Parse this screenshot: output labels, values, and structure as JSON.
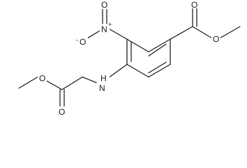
{
  "structure": {
    "atoms": [
      {
        "id": "N_nitro",
        "label": "N",
        "charge": "+"
      },
      {
        "id": "O_nitro_top",
        "label": "O",
        "charge": ""
      },
      {
        "id": "O_nitro_minus",
        "label": "O",
        "charge": "-"
      },
      {
        "id": "O_ester_right_carbonyl",
        "label": "O",
        "charge": ""
      },
      {
        "id": "O_ester_right_ether",
        "label": "O",
        "charge": ""
      },
      {
        "id": "N_amine",
        "label": "H",
        "charge": "",
        "sub_label": "N"
      },
      {
        "id": "O_ester_left_ether",
        "label": "O",
        "charge": ""
      },
      {
        "id": "O_ester_left_carbonyl",
        "label": "O",
        "charge": ""
      }
    ]
  },
  "colors": {
    "ink": "#1a1a1a",
    "background": "#ffffff"
  }
}
